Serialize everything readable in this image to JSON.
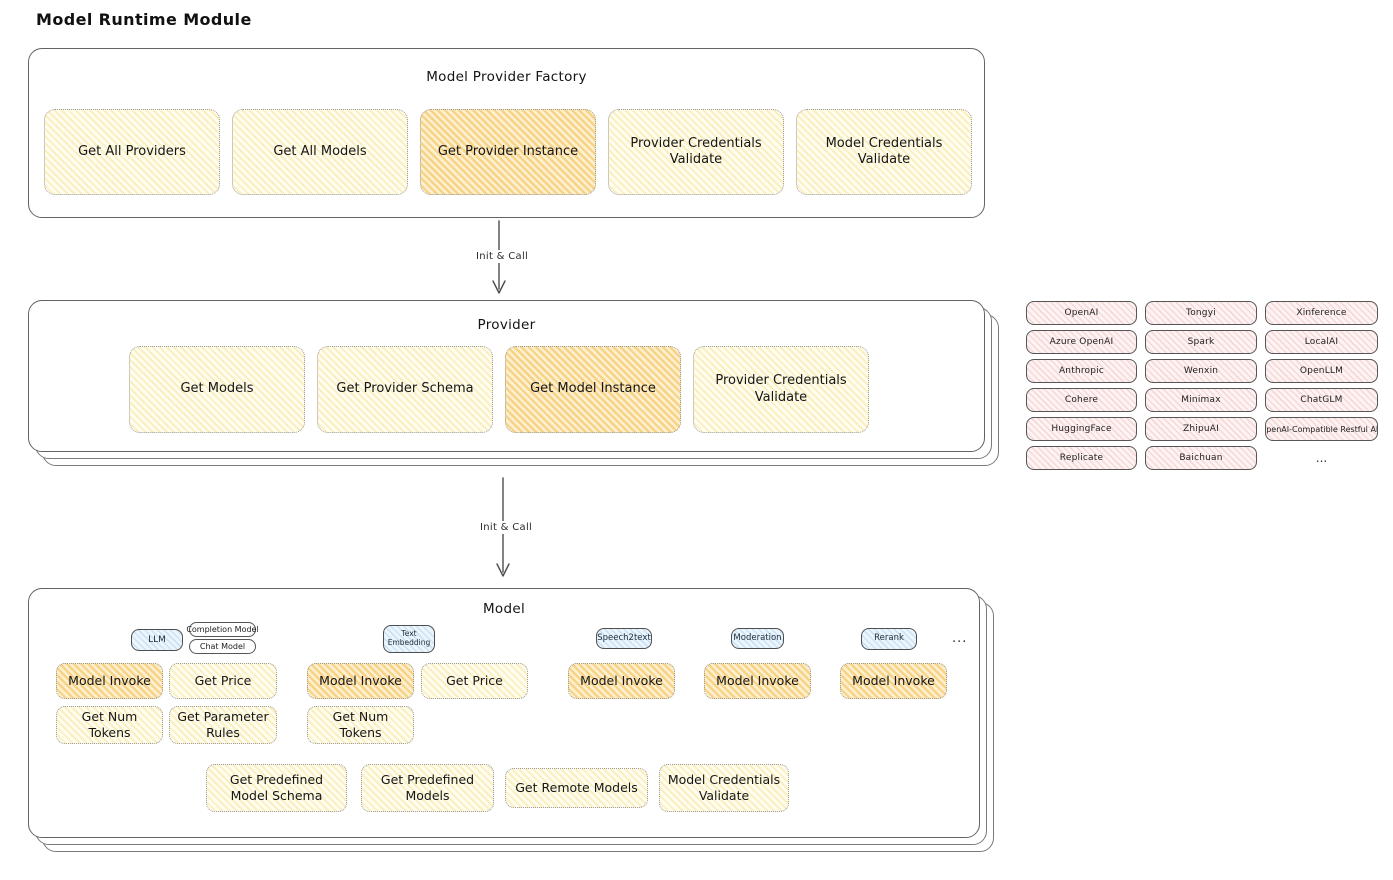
{
  "page_title": "Model Runtime Module",
  "arrows": {
    "label1": "Init & Call",
    "label2": "Init & Call"
  },
  "factory": {
    "title": "Model Provider Factory",
    "methods": [
      "Get All Providers",
      "Get All Models",
      "Get Provider Instance",
      "Provider Credentials Validate",
      "Model Credentials Validate"
    ]
  },
  "provider": {
    "title": "Provider",
    "methods": [
      "Get Models",
      "Get Provider Schema",
      "Get Model Instance",
      "Provider Credentials Validate"
    ]
  },
  "providers_list": {
    "items": [
      "OpenAI",
      "Tongyi",
      "Xinference",
      "Azure OpenAI",
      "Spark",
      "LocalAI",
      "Anthropic",
      "Wenxin",
      "OpenLLM",
      "Cohere",
      "Minimax",
      "ChatGLM",
      "HuggingFace",
      "ZhipuAI",
      "OpenAI-Compatible Restful API",
      "Replicate",
      "Baichuan"
    ],
    "more": "..."
  },
  "model": {
    "title": "Model",
    "types": {
      "llm": "LLM",
      "completion": "Completion Model",
      "chat": "Chat Model",
      "text_embedding": "Text Embedding",
      "speech2text": "Speech2text",
      "moderation": "Moderation",
      "rerank": "Rerank",
      "more": "..."
    },
    "llm_methods": {
      "invoke": "Model Invoke",
      "get_price": "Get Price",
      "get_num_tokens": "Get Num Tokens",
      "get_parameter_rules": "Get Parameter Rules"
    },
    "text_embedding_methods": {
      "invoke": "Model Invoke",
      "get_price": "Get Price",
      "get_num_tokens": "Get Num Tokens"
    },
    "speech2text_methods": {
      "invoke": "Model Invoke"
    },
    "moderation_methods": {
      "invoke": "Model Invoke"
    },
    "rerank_methods": {
      "invoke": "Model Invoke"
    },
    "shared_methods": [
      "Get Predefined Model Schema",
      "Get Predefined Models",
      "Get Remote Models",
      "Model Credentials Validate"
    ]
  },
  "colors": {
    "yellow_fill": "#fffdf0",
    "orange_highlight_fill": "#fdf0cf",
    "pink_fill": "#fdf3f3",
    "blue_fill": "#edf5fc",
    "panel_border": "#636363"
  }
}
